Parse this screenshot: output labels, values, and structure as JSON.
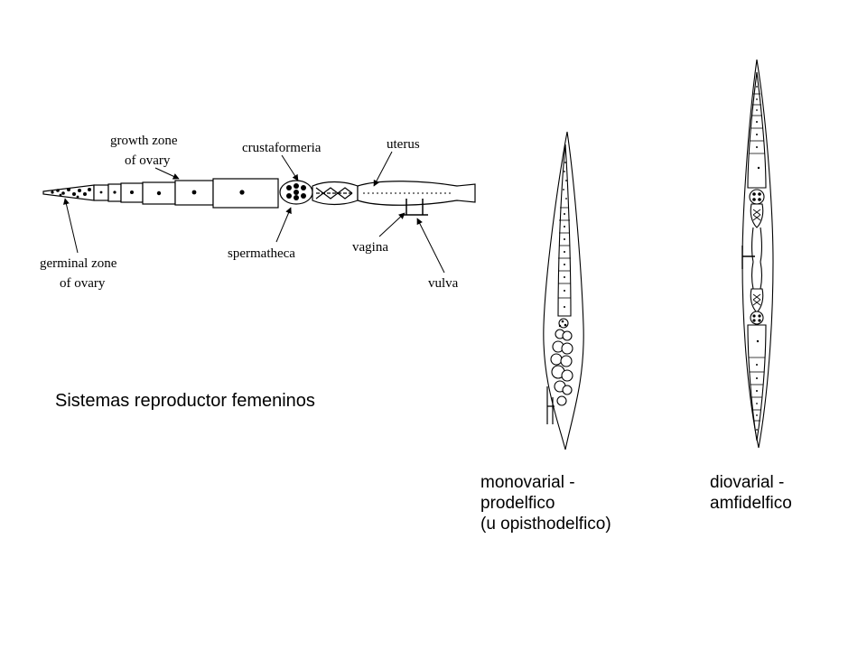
{
  "title": "Sistemas reproductor femeninos",
  "figure_labels": {
    "growth_zone": [
      "growth zone",
      "of ovary"
    ],
    "crustaformeria": "crustaformeria",
    "uterus": "uterus",
    "germinal_zone": [
      "germinal zone",
      "of ovary"
    ],
    "spermatheca": "spermatheca",
    "vagina": "vagina",
    "vulva": "vulva"
  },
  "captions": {
    "monovarial": [
      "monovarial -",
      "prodelfico",
      "(u opisthodelfico)"
    ],
    "diovarial": [
      "diovarial -",
      "amfidelfico"
    ]
  }
}
